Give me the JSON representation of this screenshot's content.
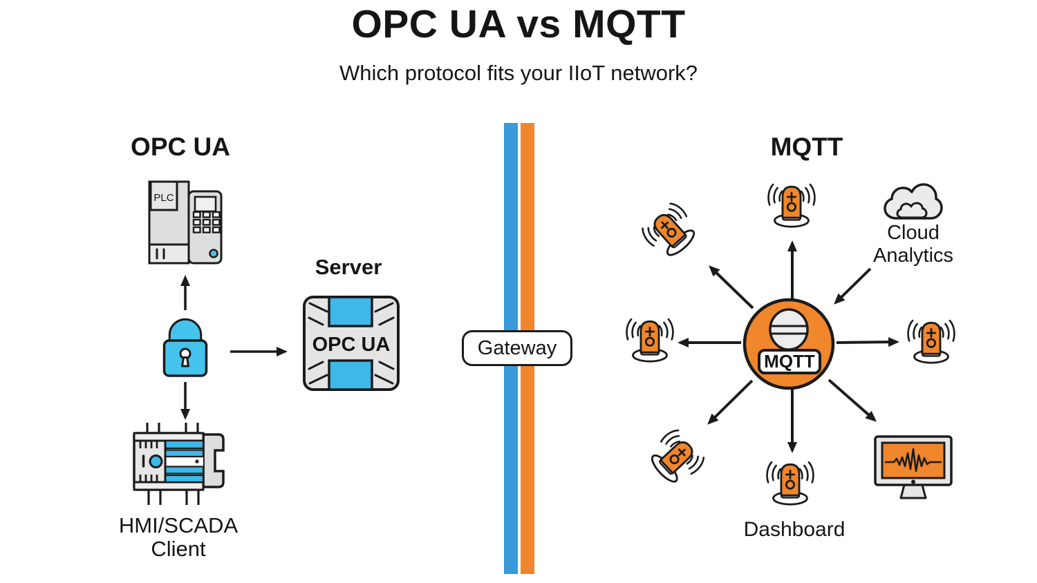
{
  "header": {
    "title": "OPC UA vs MQTT",
    "subtitle": "Which protocol fits your IIoT network?"
  },
  "colors": {
    "orange": "#F0872C",
    "blue": "#3DB8E8",
    "light_blue": "#44C3EC",
    "bar_blue": "#3A99D9",
    "outline": "#1B1B1B"
  },
  "opc_ua": {
    "heading": "OPC UA",
    "plc": {
      "label": "PLC"
    },
    "server": {
      "caption": "Server",
      "chip_label": "OPC UA"
    },
    "client": {
      "label_line1": "HMI/SCADA",
      "label_line2": "Client"
    }
  },
  "gateway": {
    "label": "Gateway"
  },
  "mqtt": {
    "heading": "MQTT",
    "broker": {
      "label": "MQTT"
    },
    "cloud": {
      "label_line1": "Cloud",
      "label_line2": "Analytics"
    },
    "dashboard": {
      "label": "Dashboard"
    }
  }
}
